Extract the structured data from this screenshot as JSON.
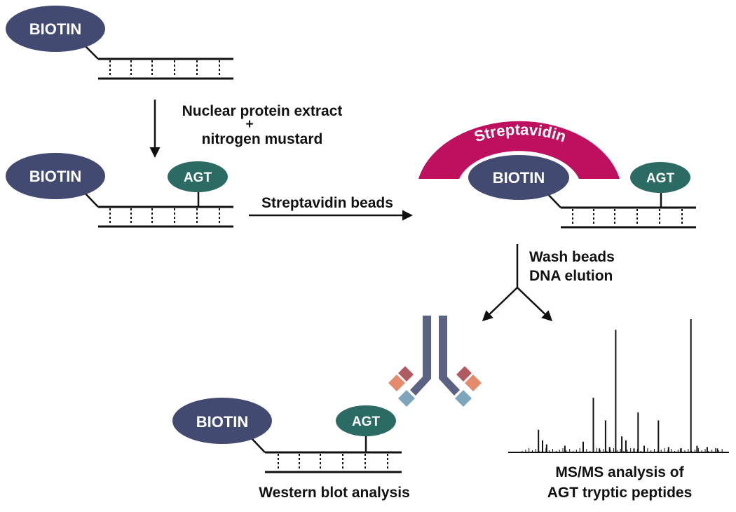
{
  "colors": {
    "biotin": "#434a72",
    "agt": "#2c6b63",
    "streptavidin": "#bf1060",
    "antibody_heavy": "#5a6381",
    "antibody_light_red": "#b05a62",
    "antibody_light_orange": "#e58b6c",
    "antibody_light_blue": "#7fa4bd",
    "ink": "#111111"
  },
  "molecules": {
    "biotin": "BIOTIN",
    "agt": "AGT",
    "streptavidin": "Streptavidin"
  },
  "steps": {
    "step1_line1": "Nuclear protein extract",
    "step1_plus": "+",
    "step1_line2": "nitrogen mustard",
    "step2": "Streptavidin beads",
    "step3_line1": "Wash beads",
    "step3_line2": "DNA elution"
  },
  "outputs": {
    "western": "Western blot analysis",
    "msms_line1": "MS/MS analysis of",
    "msms_line2": "AGT tryptic peptides"
  },
  "spectrum_peaks": [
    {
      "x": 0.08,
      "h": 0.17
    },
    {
      "x": 0.1,
      "h": 0.09
    },
    {
      "x": 0.12,
      "h": 0.06
    },
    {
      "x": 0.21,
      "h": 0.05
    },
    {
      "x": 0.3,
      "h": 0.08
    },
    {
      "x": 0.35,
      "h": 0.41
    },
    {
      "x": 0.38,
      "h": 0.03
    },
    {
      "x": 0.41,
      "h": 0.24
    },
    {
      "x": 0.43,
      "h": 0.04
    },
    {
      "x": 0.46,
      "h": 0.92
    },
    {
      "x": 0.49,
      "h": 0.12
    },
    {
      "x": 0.51,
      "h": 0.09
    },
    {
      "x": 0.55,
      "h": 0.03
    },
    {
      "x": 0.57,
      "h": 0.3
    },
    {
      "x": 0.6,
      "h": 0.05
    },
    {
      "x": 0.67,
      "h": 0.24
    },
    {
      "x": 0.72,
      "h": 0.04
    },
    {
      "x": 0.78,
      "h": 0.03
    },
    {
      "x": 0.83,
      "h": 1.0
    },
    {
      "x": 0.86,
      "h": 0.05
    },
    {
      "x": 0.91,
      "h": 0.04
    },
    {
      "x": 0.96,
      "h": 0.03
    }
  ]
}
